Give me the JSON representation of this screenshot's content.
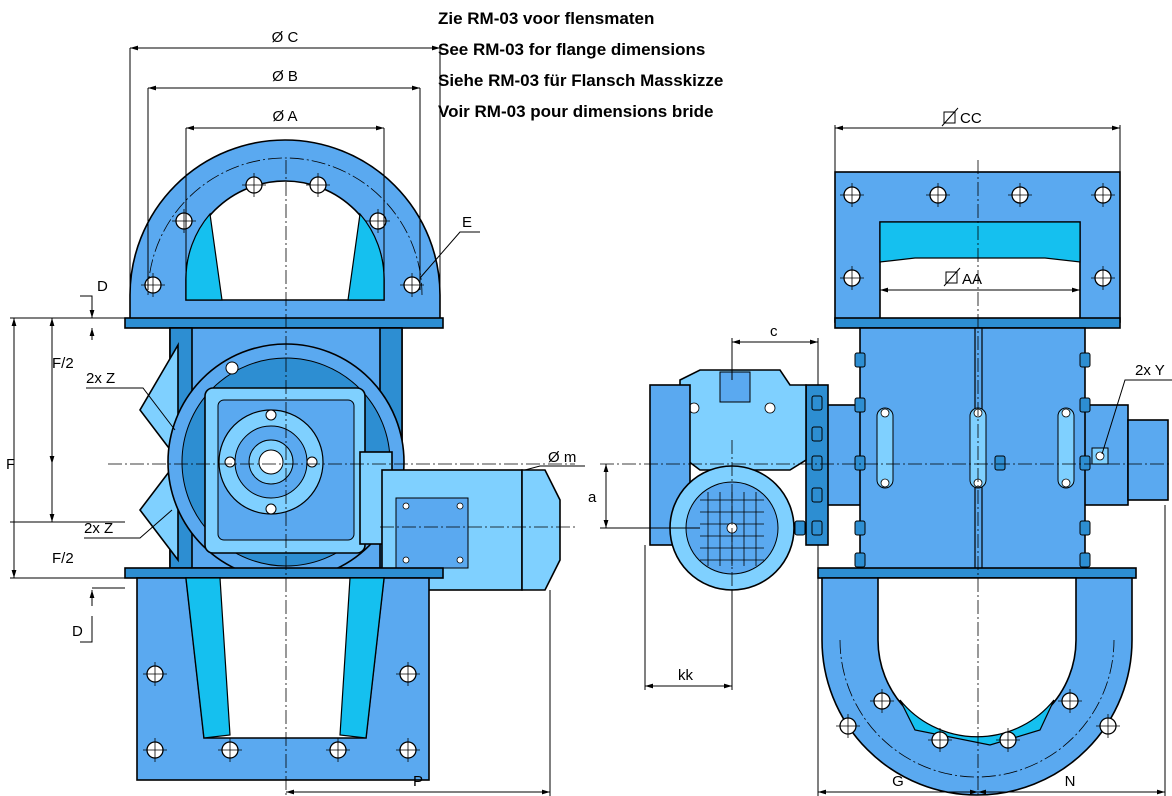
{
  "notes": [
    "Zie RM-03 voor flensmaten",
    "See RM-03 for flange dimensions",
    "Siehe RM-03 für Flansch Masskizze",
    "Voir RM-03 pour dimensions bride"
  ],
  "dims": {
    "C": "Ø C",
    "B": "Ø B",
    "A": "Ø A",
    "E": "E",
    "D_top": "D",
    "D_bottom": "D",
    "F_half_top": "F/2",
    "F": "F",
    "F_half_bottom": "F/2",
    "Z_top": "2x Z",
    "Z_bottom": "2x Z",
    "m": "Ø m",
    "P": "P",
    "CC": "CC",
    "AA": "AA",
    "c": "c",
    "a": "a",
    "kk": "kk",
    "Y": "2x Y",
    "G": "G",
    "N": "N"
  },
  "colors": {
    "body": "#5aa9f0",
    "light": "#7fd0ff",
    "dark": "#2d8ed2",
    "cyan": "#15c0ef",
    "line": "#000000"
  },
  "icons": [
    "square-section-symbol"
  ]
}
